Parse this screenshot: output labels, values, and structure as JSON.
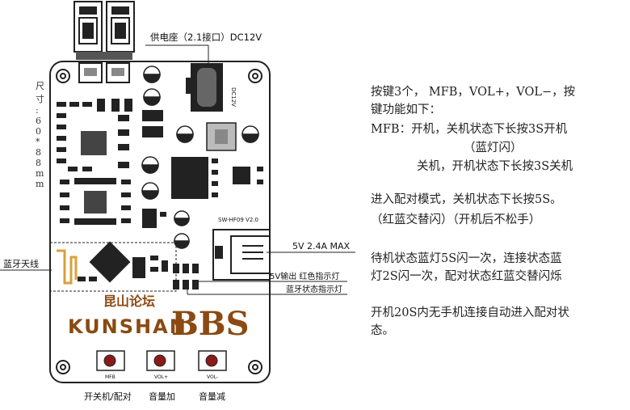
{
  "labels": {
    "power_socket": "供电座（2.1接口）DC12V",
    "bt_antenna": "蓝牙天线",
    "usb_output": "5V 2.4A MAX",
    "out_red_led": "5V输出 红色指示灯",
    "bt_status_led": "蓝牙状态指示灯",
    "btn_power_pair": "开关机/配对",
    "btn_vol_up": "音量加",
    "btn_vol_down": "音量减",
    "btn_mfb_mark": "MFB",
    "btn_volp_mark": "VOL+",
    "btn_volm_mark": "VOL-",
    "dimension_chars": [
      "尺",
      "寸",
      ":",
      "6",
      "0",
      "*",
      "8",
      "8",
      "m",
      "m"
    ],
    "board_model": "SW-HF09 V2.0",
    "dc_mark": "DC12V",
    "logo_cn": "昆山论坛",
    "logo_en": "KUNSHAN",
    "logo_bbs": "BBS"
  },
  "instructions": [
    "按键3个， MFB，VOL+，VOL−，按",
    "键功能如下：",
    "MFB：开机，关机状态下长按3S开机",
    "（蓝灯闪）",
    "关机，开机状态下长按3S关机",
    "进入配对模式，关机状态下长按5S。",
    "（红蓝交替闪）（开机后不松手）",
    "待机状态蓝灯5S闪一次，连接状态蓝",
    "灯2S闪一次，配对状态红蓝交替闪烁",
    "开机20S内无手机连接自动进入配对状",
    "态。"
  ],
  "colors": {
    "board_outline": "#222222",
    "logo_brown": "#8a4a12",
    "button_red": "#8b1a1a"
  }
}
